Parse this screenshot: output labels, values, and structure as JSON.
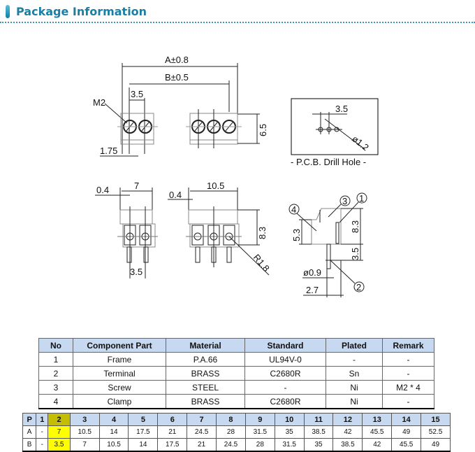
{
  "header": {
    "title": "Package Information"
  },
  "drawing": {
    "top_view": {
      "dim_a": "A±0.8",
      "dim_b": "B±0.5",
      "pitch": "3.5",
      "screw": "M2",
      "height": "6.5",
      "offset": "1.75"
    },
    "drill": {
      "pitch": "3.5",
      "hole": "ø1.2",
      "caption": "- P.C.B. Drill Hole -"
    },
    "front_view": {
      "off1": "0.4",
      "w1": "7",
      "pitch": "3.5",
      "off2": "0.4",
      "w2": "10.5",
      "height": "8.3",
      "radius": "R1.8"
    },
    "side_view": {
      "callout1": "1",
      "callout2": "2",
      "callout3": "3",
      "callout4": "4",
      "h1": "5.3",
      "h2": "8.3",
      "pin_len": "3.5",
      "pin_dia": "ø0.9",
      "pin_pos": "2.7"
    }
  },
  "parts_table": {
    "headers": [
      "No",
      "Component Part",
      "Material",
      "Standard",
      "Plated",
      "Remark"
    ],
    "rows": [
      [
        "1",
        "Frame",
        "P.A.66",
        "UL94V-0",
        "-",
        "-"
      ],
      [
        "2",
        "Terminal",
        "BRASS",
        "C2680R",
        "Sn",
        "-"
      ],
      [
        "3",
        "Screw",
        "STEEL",
        "-",
        "Ni",
        "M2 * 4"
      ],
      [
        "4",
        "Clamp",
        "BRASS",
        "C2680R",
        "Ni",
        "-"
      ]
    ]
  },
  "pole_table": {
    "headers": [
      "P",
      "1",
      "2",
      "3",
      "4",
      "5",
      "6",
      "7",
      "8",
      "9",
      "10",
      "11",
      "12",
      "13",
      "14",
      "15"
    ],
    "highlight_column": 2,
    "highlight_colors": {
      "header": "#c4bd05",
      "cell": "#ffff00"
    },
    "rows": [
      [
        "A",
        "-",
        "7",
        "10.5",
        "14",
        "17.5",
        "21",
        "24.5",
        "28",
        "31.5",
        "35",
        "38.5",
        "42",
        "45.5",
        "49",
        "52.5"
      ],
      [
        "B",
        "-",
        "3.5",
        "7",
        "10.5",
        "14",
        "17.5",
        "21",
        "24.5",
        "28",
        "31.5",
        "35",
        "38.5",
        "42",
        "45.5",
        "49"
      ]
    ]
  }
}
